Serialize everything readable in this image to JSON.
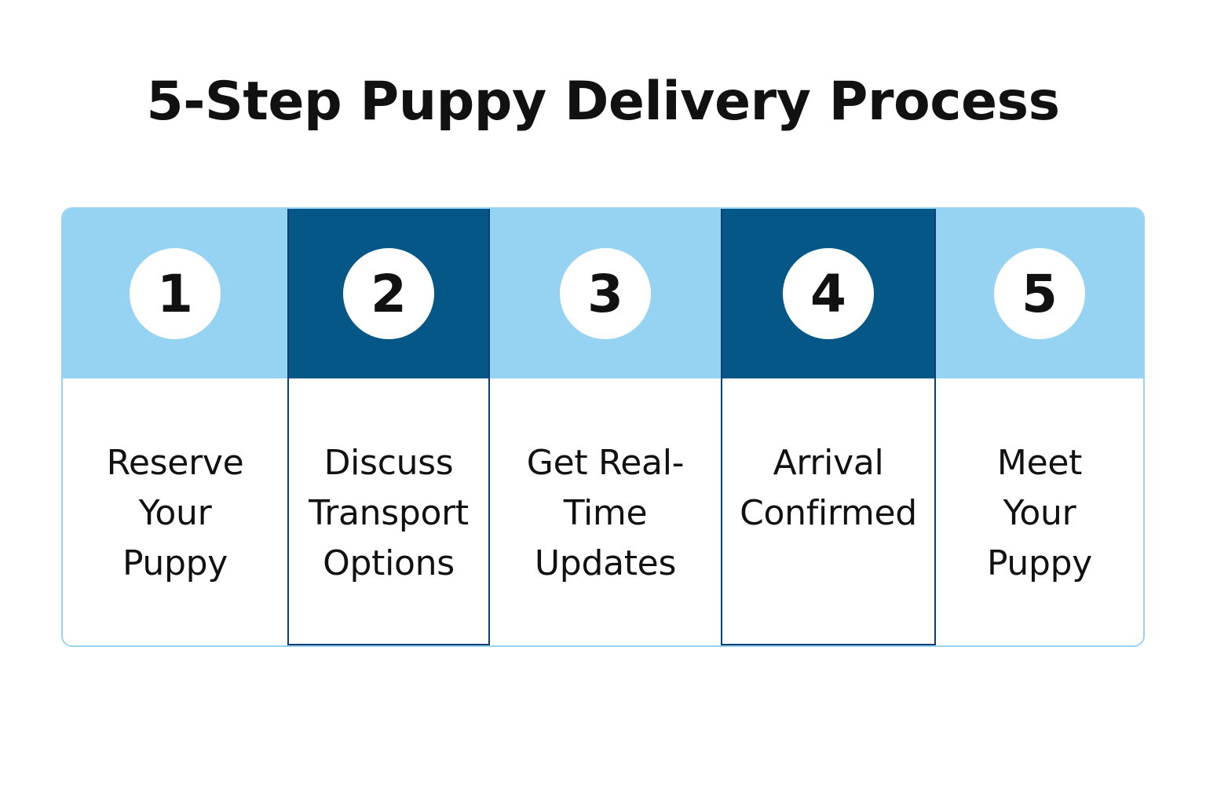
{
  "title": "5-Step Puppy Delivery Process",
  "colors": {
    "light_header": "#96d3f2",
    "dark_header": "#055788",
    "dark_border": "#0c3f73"
  },
  "steps": [
    {
      "number": "1",
      "label": "Reserve\nYour\nPuppy",
      "header_style": "light"
    },
    {
      "number": "2",
      "label": "Discuss\nTransport\nOptions",
      "header_style": "dark"
    },
    {
      "number": "3",
      "label": "Get Real-\nTime\nUpdates",
      "header_style": "light"
    },
    {
      "number": "4",
      "label": "Arrival\nConfirmed",
      "header_style": "dark"
    },
    {
      "number": "5",
      "label": "Meet\nYour\nPuppy",
      "header_style": "light"
    }
  ]
}
